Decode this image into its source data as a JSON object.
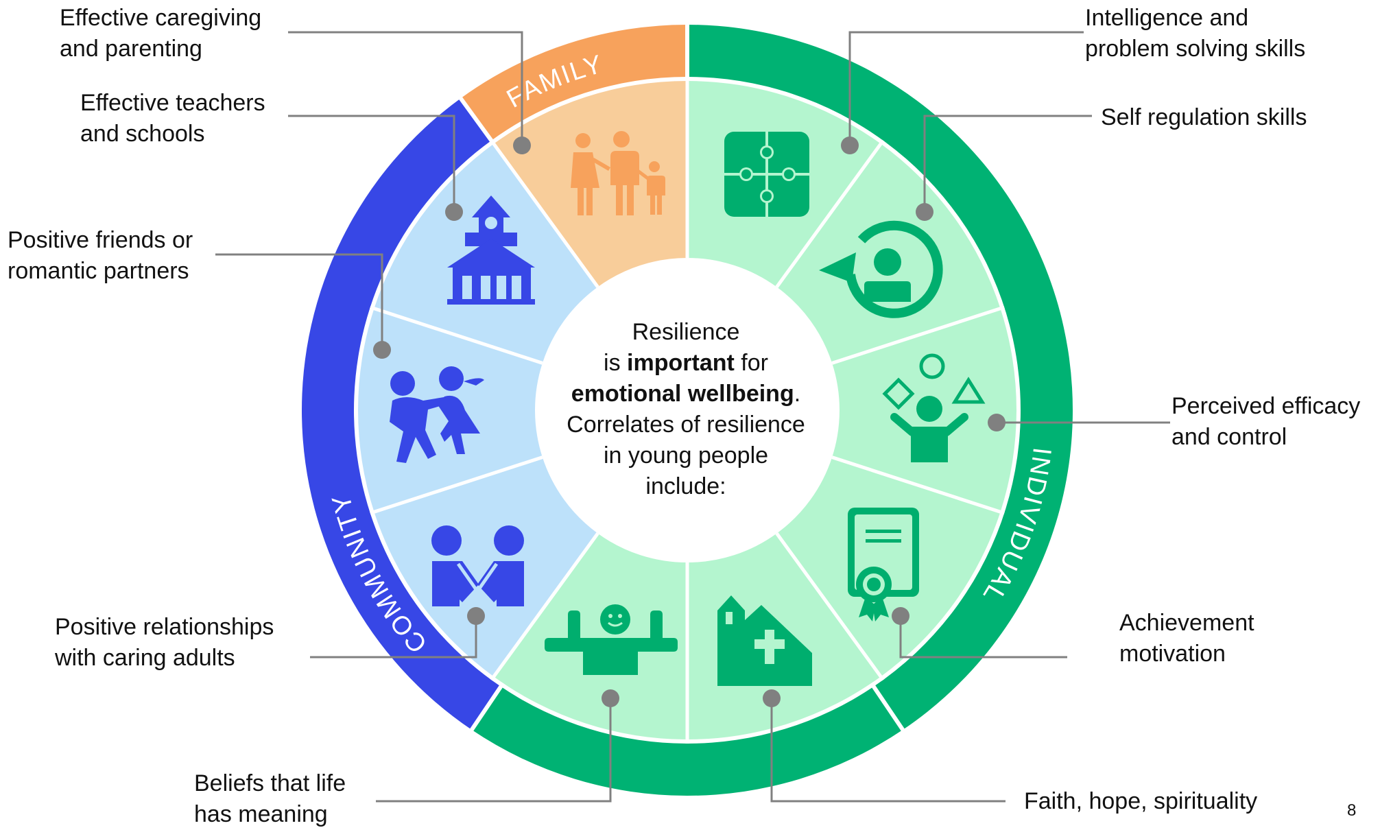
{
  "center": {
    "line1": "Resilience",
    "line2_pre": "is ",
    "line2_bold": "important",
    "line2_post": " for",
    "line3_bold": "emotional wellbeing",
    "line3_post": ".",
    "line4": "Correlates of resilience",
    "line5": "in young people",
    "line6": "include:"
  },
  "rings": {
    "family": "FAMILY",
    "community": "COMMUNITY",
    "individual": "INDIVIDUAL"
  },
  "labels": {
    "caregiving": [
      "Effective caregiving",
      "and parenting"
    ],
    "teachers": [
      "Effective teachers",
      "and schools"
    ],
    "friends": [
      "Positive friends or",
      "romantic partners"
    ],
    "relationships": [
      "Positive relationships",
      "with caring adults"
    ],
    "beliefs": [
      "Beliefs that life",
      "has meaning"
    ],
    "intelligence": [
      "Intelligence and",
      "problem solving skills"
    ],
    "selfreg": [
      "Self regulation skills"
    ],
    "efficacy": [
      "Perceived efficacy",
      "and control"
    ],
    "achievement": [
      "Achievement",
      "motivation"
    ],
    "faith": [
      "Faith, hope, spirituality"
    ]
  },
  "page_number": "8",
  "colors": {
    "family_dark": "#F7A25C",
    "family_light": "#F8CD9A",
    "community_dark": "#3747E6",
    "community_light": "#BDE1FA",
    "individual_dark": "#00B273",
    "individual_light": "#B4F5CF",
    "icon_orange": "#F7A25C",
    "icon_blue": "#3747E6",
    "icon_green": "#00AE6E",
    "connector": "#808080"
  }
}
